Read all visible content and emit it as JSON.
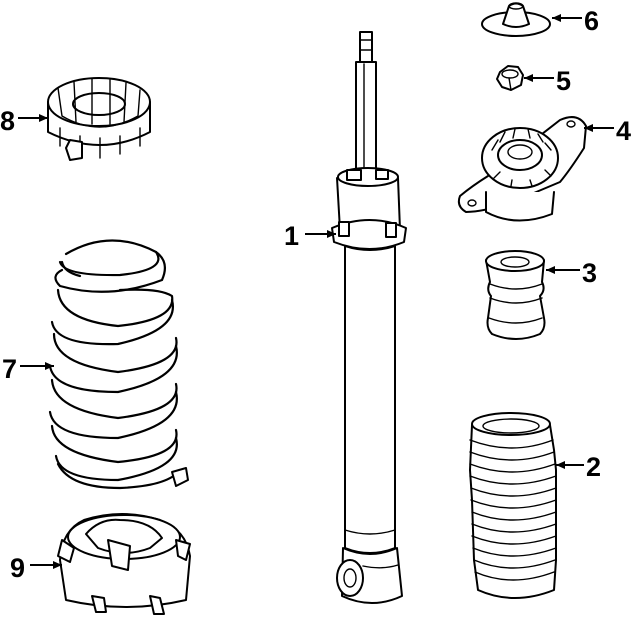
{
  "callouts": [
    {
      "number": "1",
      "part": "shock-absorber"
    },
    {
      "number": "2",
      "part": "dust-boot"
    },
    {
      "number": "3",
      "part": "bump-stop"
    },
    {
      "number": "4",
      "part": "upper-mount"
    },
    {
      "number": "5",
      "part": "nut"
    },
    {
      "number": "6",
      "part": "dust-cap"
    },
    {
      "number": "7",
      "part": "coil-spring"
    },
    {
      "number": "8",
      "part": "upper-spring-insulator"
    },
    {
      "number": "9",
      "part": "lower-spring-seat"
    }
  ],
  "colors": {
    "line": "#000000",
    "background": "#ffffff"
  }
}
